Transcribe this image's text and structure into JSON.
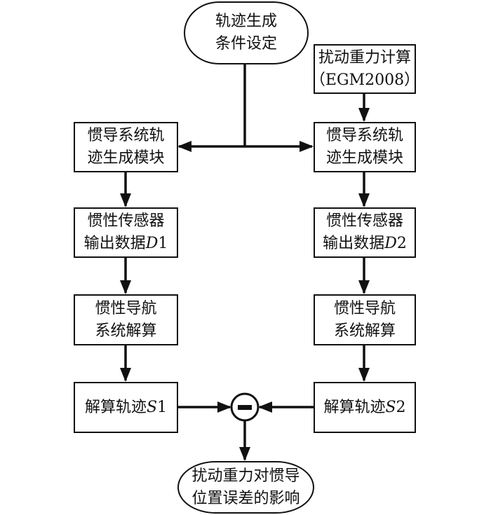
{
  "diagram": {
    "start_node": {
      "lines": [
        "轨迹生成",
        "条件设定"
      ]
    },
    "gravity_node": {
      "lines": [
        "扰动重力计算",
        "（EGM2008）"
      ]
    },
    "left_column": {
      "traj_gen": {
        "lines": [
          "惯导系统轨",
          "迹生成模块"
        ]
      },
      "sensor": {
        "line1": "惯性传感器",
        "line2_text": "输出数据",
        "line2_var": "D",
        "line2_idx": "1"
      },
      "solve": {
        "lines": [
          "惯性导航",
          "系统解算"
        ]
      },
      "result": {
        "text": "解算轨迹",
        "var": "S",
        "idx": "1"
      }
    },
    "right_column": {
      "traj_gen": {
        "lines": [
          "惯导系统轨",
          "迹生成模块"
        ]
      },
      "sensor": {
        "line1": "惯性传感器",
        "line2_text": "输出数据",
        "line2_var": "D",
        "line2_idx": "2"
      },
      "solve": {
        "lines": [
          "惯性导航",
          "系统解算"
        ]
      },
      "result": {
        "text": "解算轨迹",
        "var": "S",
        "idx": "2"
      }
    },
    "subtract_symbol": "−",
    "end_node": {
      "lines": [
        "扰动重力对惯导",
        "位置误差的影响"
      ]
    },
    "colors": {
      "stroke": "#111111",
      "background": "#ffffff"
    }
  }
}
